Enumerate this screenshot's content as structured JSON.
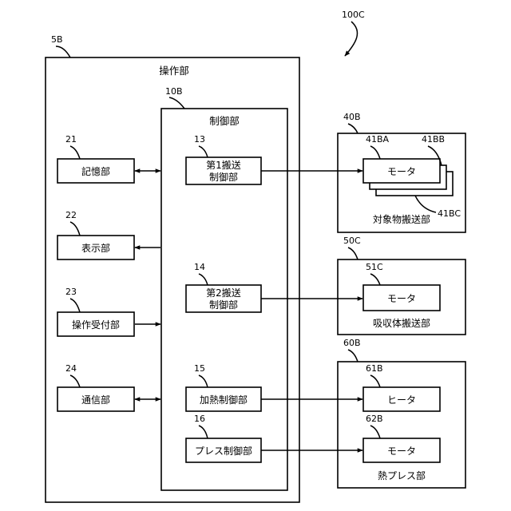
{
  "figure_ref": "100C",
  "operation_unit": {
    "ref": "5B",
    "title": "操作部"
  },
  "control_unit": {
    "ref": "10B",
    "title": "制御部"
  },
  "peripherals": [
    {
      "ref": "21",
      "label": "記憶部",
      "arrow": "bidirectional"
    },
    {
      "ref": "22",
      "label": "表示部",
      "arrow": "out"
    },
    {
      "ref": "23",
      "label": "操作受付部",
      "arrow": "in"
    },
    {
      "ref": "24",
      "label": "通信部",
      "arrow": "bidirectional"
    }
  ],
  "controllers": [
    {
      "ref": "13",
      "line1": "第1搬送",
      "line2": "制御部"
    },
    {
      "ref": "14",
      "line1": "第2搬送",
      "line2": "制御部"
    },
    {
      "ref": "15",
      "line1": "加熱制御部"
    },
    {
      "ref": "16",
      "line1": "プレス制御部"
    }
  ],
  "units": [
    {
      "ref": "40B",
      "title": "対象物搬送部",
      "motor": {
        "label": "モータ",
        "refs": [
          "41BA",
          "41BB",
          "41BC"
        ]
      }
    },
    {
      "ref": "50C",
      "title": "吸収体搬送部",
      "motor": {
        "label": "モータ",
        "ref": "51C"
      }
    },
    {
      "ref": "60B",
      "title": "熱プレス部",
      "heater": {
        "label": "ヒータ",
        "ref": "61B"
      },
      "motor": {
        "label": "モータ",
        "ref": "62B"
      }
    }
  ]
}
